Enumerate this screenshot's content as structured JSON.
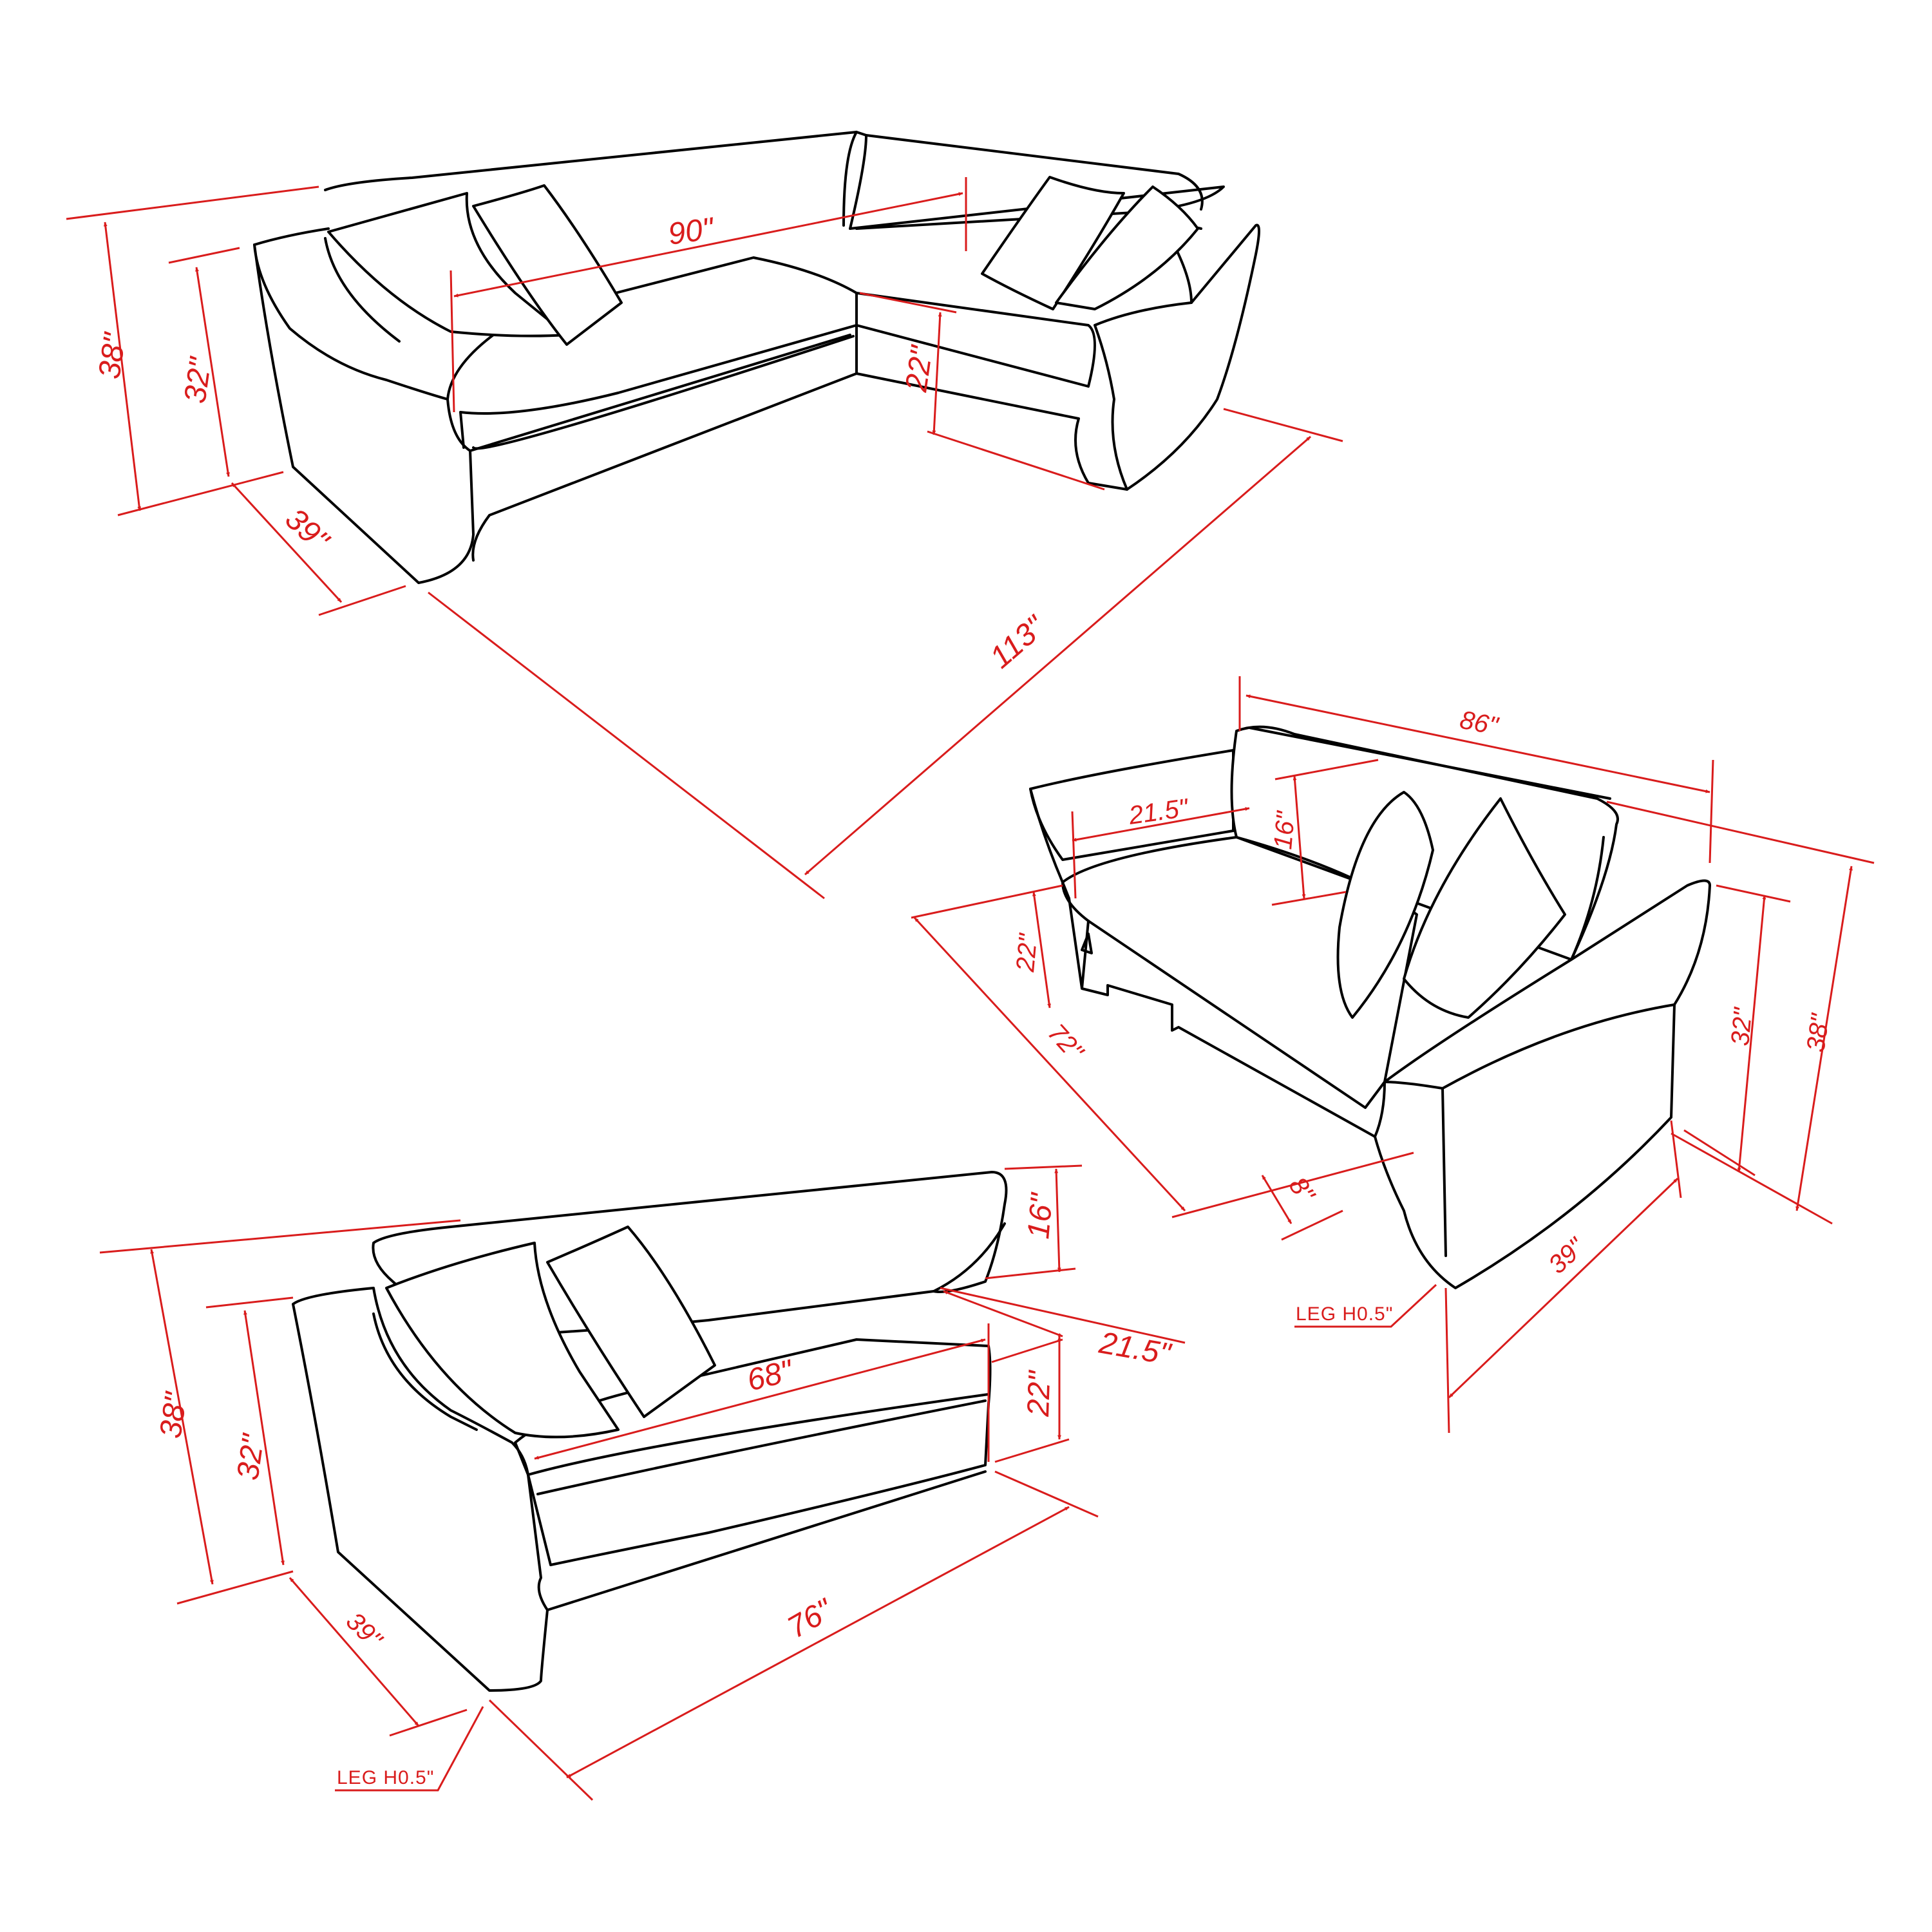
{
  "colors": {
    "dimension": "#d91c1c",
    "outline": "#000000",
    "background": "#ffffff"
  },
  "sectional": {
    "width_90": "90\"",
    "overall_113": "113\"",
    "height_38": "38\"",
    "back_32": "32\"",
    "seat_22": "22\"",
    "depth_39": "39\""
  },
  "loveseat": {
    "width_86": "86\"",
    "seat_depth_21_5": "21.5\"",
    "back_cushion_16": "16\"",
    "seat_22": "22\"",
    "length_72": "72\"",
    "arm_8": "8\"",
    "back_32": "32\"",
    "height_38": "38\"",
    "depth_39": "39\"",
    "leg": "LEG H0.5\""
  },
  "chaise": {
    "back_cushion_16": "16\"",
    "height_38": "38\"",
    "back_32": "32\"",
    "seat_depth_21_5": "21.5\"",
    "seat_width_68": "68\"",
    "seat_22": "22\"",
    "depth_39": "39\"",
    "length_76": "76\"",
    "leg": "LEG H0.5\""
  }
}
